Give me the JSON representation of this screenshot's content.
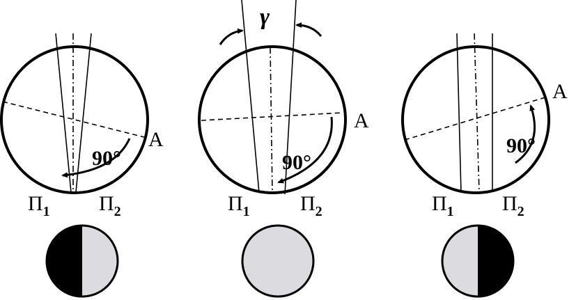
{
  "labels": {
    "gamma": "γ",
    "point_a": "A",
    "pi": "Π",
    "sub_1": "1",
    "sub_2": "2",
    "angle": "90°"
  },
  "colors": {
    "stroke": "#000000",
    "dark_fill": "#000000",
    "light_fill": "#dcdce0",
    "background": "#ffffff"
  },
  "panels": [
    {
      "id": "left",
      "indicator": "dark-left"
    },
    {
      "id": "middle",
      "indicator": "light"
    },
    {
      "id": "right",
      "indicator": "dark-right"
    }
  ]
}
